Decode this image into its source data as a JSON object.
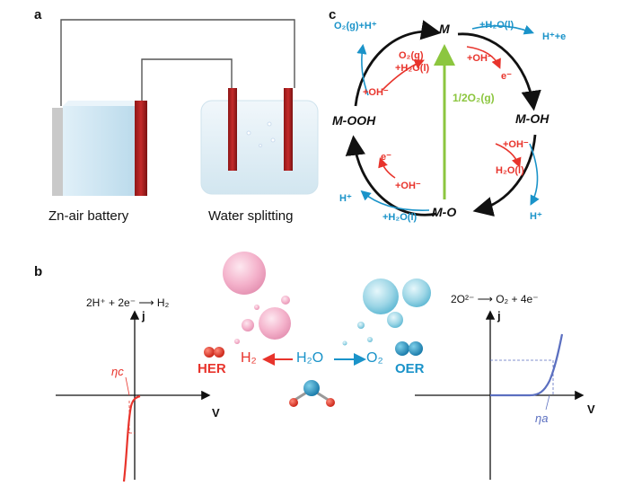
{
  "panels": {
    "a": {
      "letter": "a",
      "battery_label": "Zn-air battery",
      "splitting_label": "Water splitting"
    },
    "b": {
      "letter": "b",
      "her_equation": "2H⁺ + 2e⁻ ⟶ H₂",
      "oer_equation": "2O²⁻ ⟶ O₂ + 4e⁻",
      "her_label": "HER",
      "oer_label": "OER",
      "h2": "H₂",
      "h2o": "H₂O",
      "o2": "O₂",
      "axis_j": "j",
      "axis_v": "V",
      "eta_c": "ηc",
      "eta_a": "ηa"
    },
    "c": {
      "letter": "c",
      "nodes": {
        "top": "M",
        "right": "M-OH",
        "bottom": "M-O",
        "left": "M-OOH"
      },
      "center_label": "1/2O₂(g)",
      "step_top_left_in_1": "+OH⁻",
      "step_top_left_out_1": "O₂(g)",
      "step_top_left_out_2": "+H₂O(l)",
      "step_top_left_out_blue": "O₂(g)+H⁺",
      "step_top_right_in": "+OH⁻",
      "step_top_right_out": "e⁻",
      "step_top_right_blue_in": "+H₂O(l)",
      "step_top_right_blue_out": "H⁺+e",
      "step_right_in": "+OH⁻",
      "step_right_out": "H₂O(l)",
      "step_right_blue": "H⁺",
      "step_bottom_left_in": "+OH⁻",
      "step_bottom_left_out": "e⁻",
      "step_bottom_left_blue_out": "H⁺",
      "step_bottom_left_blue_in": "+H₂O(l)"
    }
  },
  "colors": {
    "red": "#e8342c",
    "blue": "#1a93c9",
    "green": "#8cc63f",
    "dark_red": "#a01c1c",
    "curve_blue": "#5b6fc0"
  }
}
